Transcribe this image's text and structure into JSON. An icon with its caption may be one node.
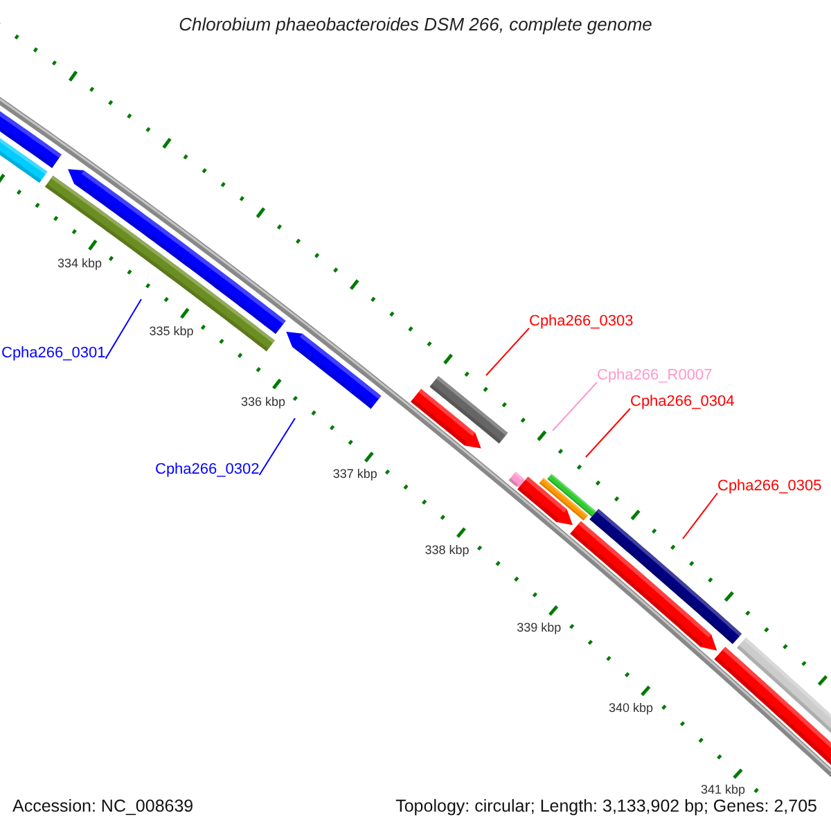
{
  "diagram": {
    "title": "Chlorobium phaeobacteroides DSM 266, complete genome",
    "nodes": [
      {
        "text": [
          "Cpha266_0301"
        ]
      },
      {
        "text": [
          "Cpha266_0302"
        ]
      },
      {
        "text": [
          "Cpha266_0303"
        ]
      },
      {
        "text": [
          "Cpha266_R0007"
        ]
      },
      {
        "text": [
          "Cpha266_0304"
        ]
      },
      {
        "text": [
          "Cpha266_0305"
        ]
      }
    ],
    "edges": [
      {
        "from": 0,
        "to": null,
        "arrow": "none",
        "color": "#0000ff"
      },
      {
        "from": 1,
        "to": null,
        "arrow": "none",
        "color": "#0000ff"
      },
      {
        "from": 2,
        "to": null,
        "arrow": "none",
        "color": "#ff0000"
      },
      {
        "from": 3,
        "to": null,
        "arrow": "none",
        "color": "#ff99cc"
      },
      {
        "from": 4,
        "to": null,
        "arrow": "none",
        "color": "#ff0000"
      },
      {
        "from": 5,
        "to": null,
        "arrow": "none",
        "color": "#ff0000"
      }
    ],
    "labels": [
      "334 kbp",
      "335 kbp",
      "336 kbp",
      "337 kbp",
      "338 kbp",
      "339 kbp",
      "340 kbp",
      "341 kbp",
      "Accession: NC_008639",
      "Topology: circular; Length: 3,133,902 bp; Genes: 2,705"
    ]
  }
}
